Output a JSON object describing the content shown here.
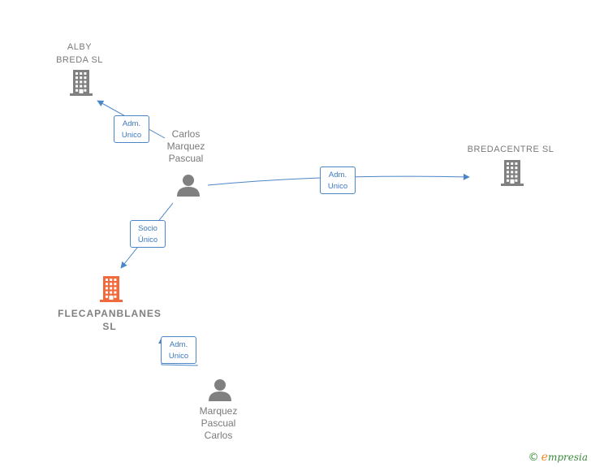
{
  "nodes": [
    {
      "id": "alby",
      "type": "company",
      "label": [
        "ALBY",
        "BREDA SL"
      ],
      "highlight": false
    },
    {
      "id": "bredacentre",
      "type": "company",
      "label": [
        "BREDACENTRE SL"
      ],
      "highlight": false
    },
    {
      "id": "flecapanblanes",
      "type": "company",
      "label": [
        "FLECAPANBLANES",
        "SL"
      ],
      "highlight": true
    },
    {
      "id": "carlos",
      "type": "person",
      "label": [
        "Carlos",
        "Marquez",
        "Pascual"
      ]
    },
    {
      "id": "marquez",
      "type": "person",
      "label": [
        "Marquez",
        "Pascual",
        "Carlos"
      ]
    }
  ],
  "edges": [
    {
      "id": "e1",
      "from": "carlos",
      "to": "alby",
      "label": [
        "Adm.",
        "Unico"
      ]
    },
    {
      "id": "e2",
      "from": "carlos",
      "to": "bredacentre",
      "label": [
        "Adm.",
        "Unico"
      ]
    },
    {
      "id": "e3",
      "from": "carlos",
      "to": "flecapanblanes",
      "label": [
        "Socio",
        "Único"
      ]
    },
    {
      "id": "e4",
      "from": "marquez",
      "to": "flecapanblanes",
      "label": [
        "Adm.",
        "Unico"
      ]
    }
  ],
  "colors": {
    "company_icon": "#808080",
    "company_highlight": "#f26a3b",
    "person_icon": "#808080",
    "edge": "#4a86c8"
  },
  "brand": {
    "copyright": "©",
    "initial": "e",
    "rest": "mpresia"
  }
}
